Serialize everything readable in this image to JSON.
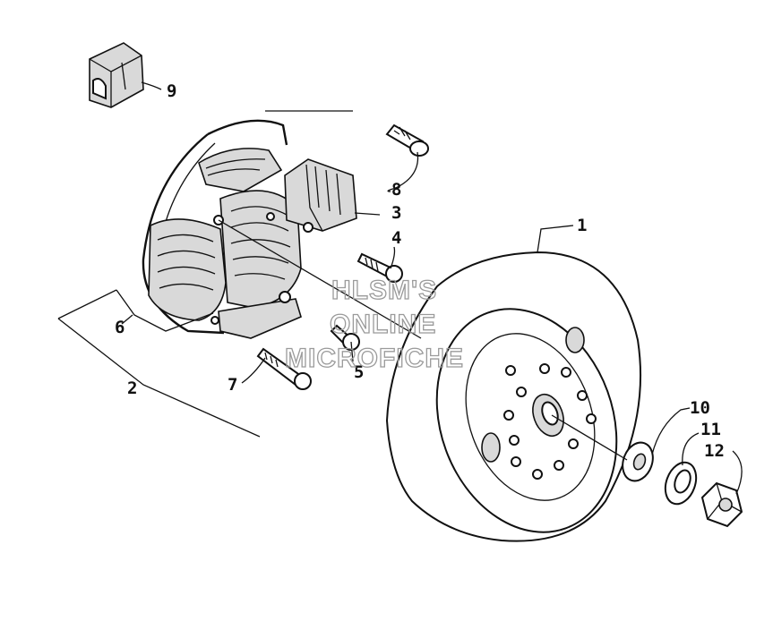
{
  "callouts": {
    "c1": "1",
    "c2": "2",
    "c3": "3",
    "c4": "4",
    "c5": "5",
    "c6": "6",
    "c7": "7",
    "c8": "8",
    "c9": "9",
    "c10": "10",
    "c11": "11",
    "c12": "12"
  },
  "watermark": {
    "line1": "HLSM'S",
    "line2": "ONLINE",
    "line3": "MICROFICHE"
  },
  "colors": {
    "ink": "#111111",
    "watermark": "#9a9a9a",
    "background": "#ffffff"
  }
}
